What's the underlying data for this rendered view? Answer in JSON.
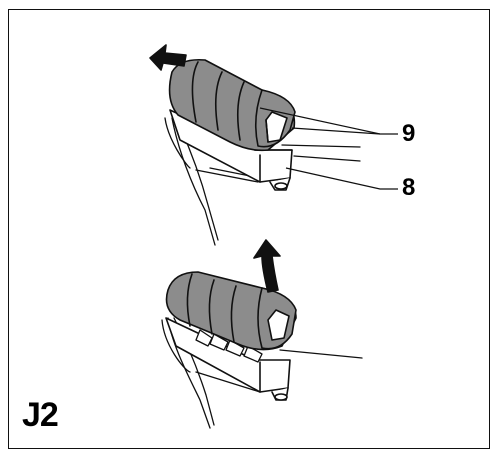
{
  "figure": {
    "label": "J2",
    "callouts": [
      {
        "id": "9",
        "text": "9"
      },
      {
        "id": "8",
        "text": "8"
      }
    ]
  },
  "colors": {
    "ink": "#111111",
    "grip": "#8c8c8c",
    "grip_dark": "#6f6f6f",
    "paper": "#ffffff"
  },
  "icons": {
    "top_arrow": "arrow-pull-left-icon",
    "bottom_arrow": "arrow-lift-up-icon"
  }
}
